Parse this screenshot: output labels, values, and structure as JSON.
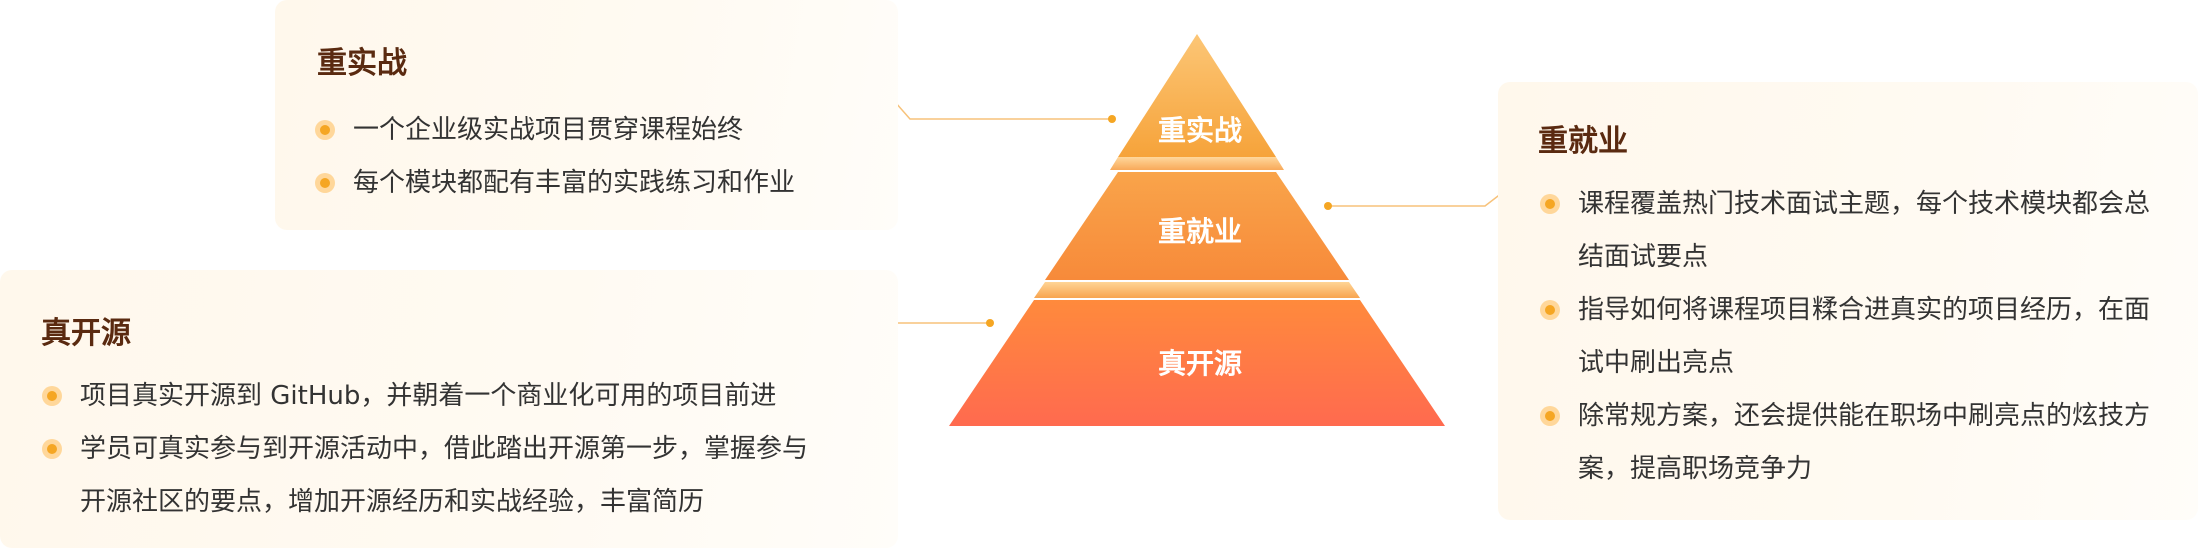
{
  "pyramid": {
    "top": "重实战",
    "middle": "重就业",
    "bottom": "真开源"
  },
  "cards": {
    "practice": {
      "title": "重实战",
      "items": [
        "一个企业级实战项目贯穿课程始终",
        "每个模块都配有丰富的实践练习和作业"
      ]
    },
    "employment": {
      "title": "重就业",
      "items": [
        "课程覆盖热门技术面试主题，每个技术模块都会总结面试要点",
        "指导如何将课程项目糅合进真实的项目经历，在面试中刷出亮点",
        "除常规方案，还会提供能在职场中刷亮点的炫技方案，提高职场竞争力"
      ]
    },
    "opensource": {
      "title": "真开源",
      "items": [
        "项目真实开源到 GitHub，并朝着一个商业化可用的项目前进",
        "学员可真实参与到开源活动中，借此踏出开源第一步，掌握参与开源社区的要点，增加开源经历和实战经验，丰富简历"
      ]
    }
  },
  "colors": {
    "accent": "#f5a623",
    "title": "#5a2a10",
    "card_bg": "#fff8ec",
    "pyramid_top": "#f8b24c",
    "pyramid_bottom": "#ff6a4c"
  }
}
